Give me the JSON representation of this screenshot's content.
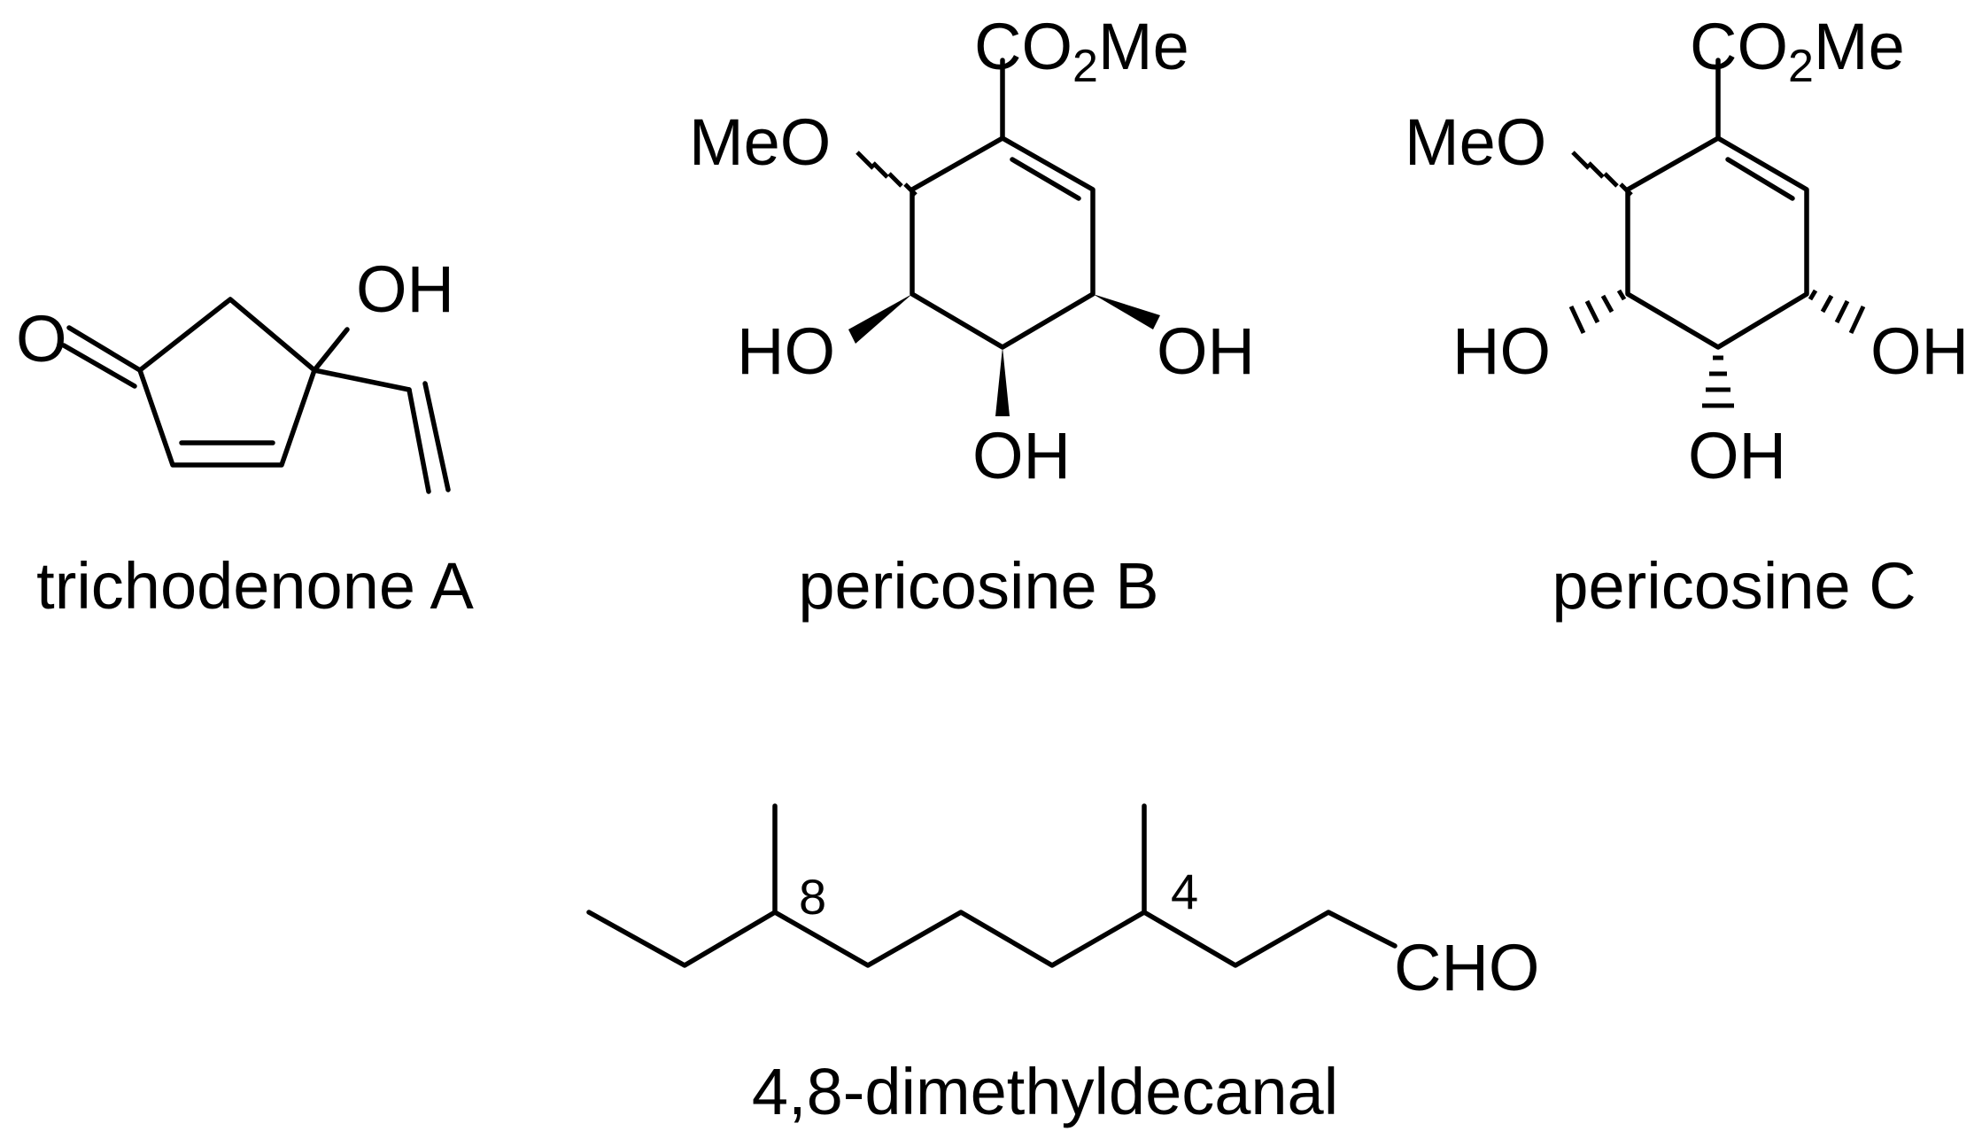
{
  "compounds": [
    {
      "name": "trichodenone A",
      "labels": {
        "ketone_o": "O",
        "hydroxyl": "OH"
      }
    },
    {
      "name": "pericosine B",
      "labels": {
        "ester": "CO",
        "ester_sub": "2",
        "ester_end": "Me",
        "methoxy": "MeO",
        "oh_left": "HO",
        "oh_right": "OH",
        "oh_bottom": "OH"
      }
    },
    {
      "name": "pericosine C",
      "labels": {
        "ester": "CO",
        "ester_sub": "2",
        "ester_end": "Me",
        "methoxy": "MeO",
        "oh_left": "HO",
        "oh_right": "OH",
        "oh_bottom": "OH"
      }
    },
    {
      "name": "4,8-dimethyldecanal",
      "labels": {
        "aldehyde": "CHO",
        "locant_8": "8",
        "locant_4": "4"
      }
    }
  ]
}
